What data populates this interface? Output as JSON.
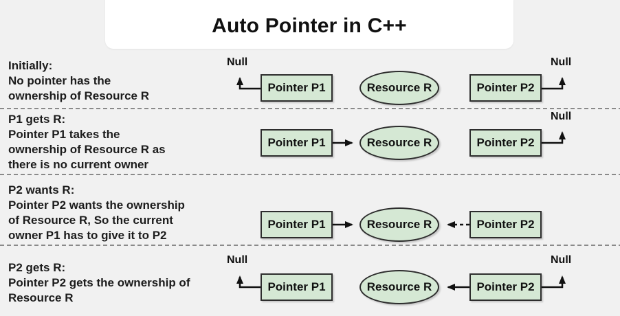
{
  "title": "Auto Pointer in C++",
  "null_label": "Null",
  "colors": {
    "background": "#f1f1f1",
    "title_background": "#ffffff",
    "node_fill": "#d5e8d4",
    "node_border": "#2d2d2d",
    "arrow": "#111111",
    "separator": "#8a8a8a",
    "text": "#1c1c1c"
  },
  "rows": [
    {
      "caption": "Initially:\nNo pointer has the\nownership of Resource R",
      "p1_label": "Pointer P1",
      "resource_label": "Resource R",
      "p2_label": "Pointer P2",
      "edges": [
        "p1->null",
        "p2->null"
      ]
    },
    {
      "caption": "P1 gets R:\nPointer P1 takes the\nownership of Resource R as\nthere is no current owner",
      "p1_label": "Pointer P1",
      "resource_label": "Resource R",
      "p2_label": "Pointer P2",
      "edges": [
        "p1->resource (solid)",
        "p2->null"
      ]
    },
    {
      "caption": "P2 wants R:\nPointer P2 wants the ownership\nof Resource R, So the current\nowner P1 has to give it to P2",
      "p1_label": "Pointer P1",
      "resource_label": "Resource R",
      "p2_label": "Pointer P2",
      "edges": [
        "p1->resource (solid)",
        "p2->resource (dashed)"
      ]
    },
    {
      "caption": "P2 gets R:\nPointer P2 gets the ownership of\nResource R",
      "p1_label": "Pointer P1",
      "resource_label": "Resource R",
      "p2_label": "Pointer P2",
      "edges": [
        "p1->null",
        "p2->resource (solid)",
        "p2->null"
      ]
    }
  ]
}
